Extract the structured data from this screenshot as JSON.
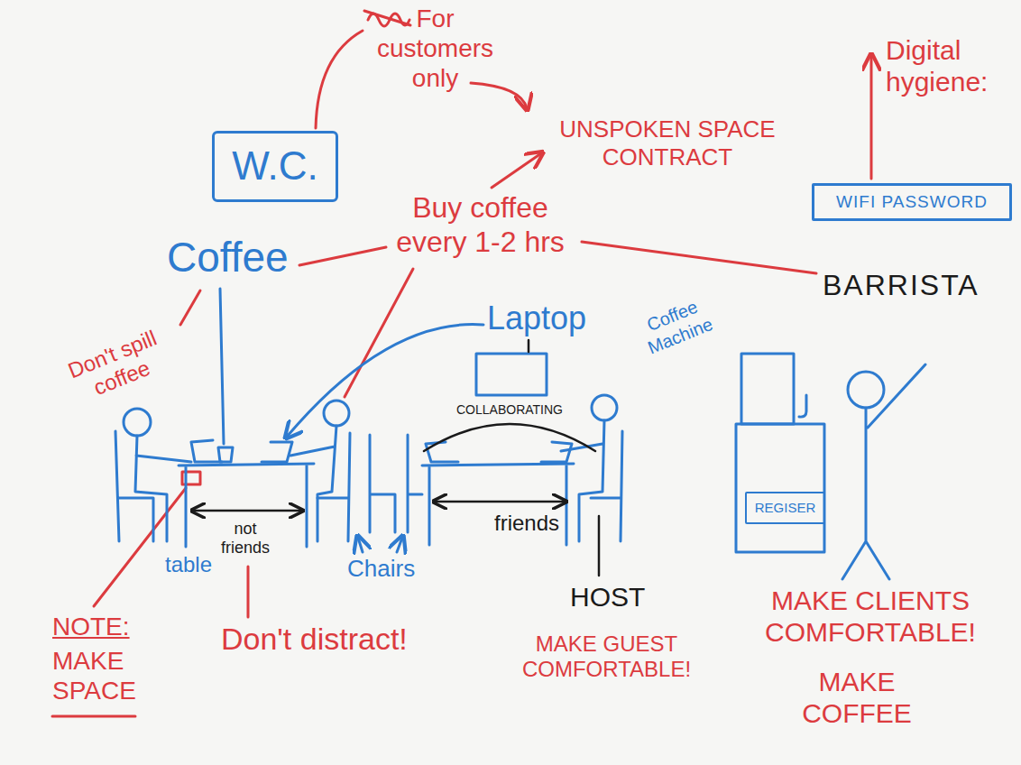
{
  "diagram": {
    "nodes": [
      {
        "text": [
          "W.C."
        ]
      },
      {
        "text": [
          "WIFI PASSWORD"
        ]
      },
      {
        "text": [
          "REGISER"
        ]
      }
    ],
    "labels": [
      "For customers only",
      "UNSPOKEN SPACE CONTRACT",
      "Digital hygiene:",
      "Buy coffee every 1-2 hrs",
      "Coffee",
      "BARRISTA",
      "Laptop",
      "Coffee Machine",
      "Don't spill coffee",
      "COLLABORATING",
      "not friends",
      "friends",
      "table",
      "Chairs",
      "HOST",
      "NOTE:",
      "MAKE SPACE",
      "Don't distract!",
      "MAKE GUEST COMFORTABLE!",
      "MAKE CLIENTS COMFORTABLE!",
      "MAKE COFFEE"
    ]
  }
}
